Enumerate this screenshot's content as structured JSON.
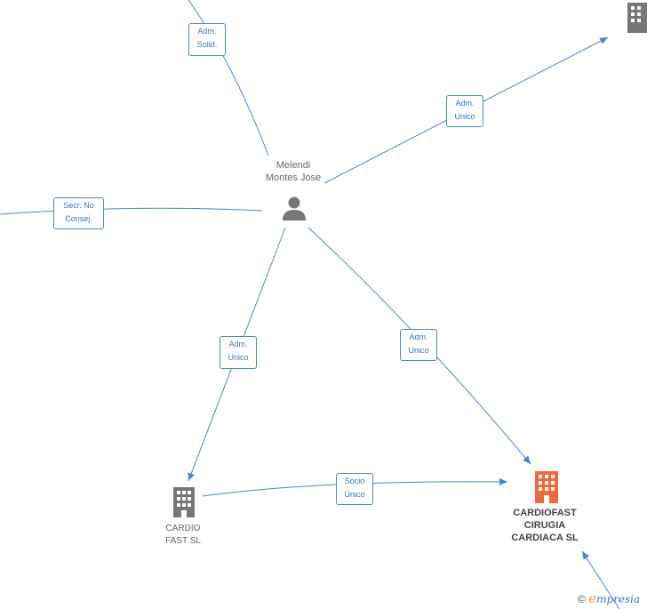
{
  "colors": {
    "edge": "#4a86d4",
    "person_icon": "#777777",
    "company_icon": "#777777",
    "highlight_company": "#f26a3a"
  },
  "nodes": {
    "person": {
      "label_line1": "Melendi",
      "label_line2": "Montes Jose",
      "icon": "person-icon"
    },
    "cardio_fast": {
      "label_line1": "CARDIO",
      "label_line2": "FAST SL",
      "icon": "building-icon"
    },
    "cardiofast": {
      "label_line1": "CARDIOFAST",
      "label_line2": "CIRUGIA",
      "label_line3": "CARDIACA  SL",
      "icon": "building-icon"
    },
    "top_right": {
      "icon": "building-icon"
    }
  },
  "edges": {
    "adm_solid": {
      "line1": "Adm.",
      "line2": "Solid."
    },
    "adm_unico_topright": {
      "line1": "Adm.",
      "line2": "Unico"
    },
    "secr_no_consej": {
      "line1": "Secr.  No",
      "line2": "Consej."
    },
    "adm_unico_cardio": {
      "line1": "Adm.",
      "line2": "Unico"
    },
    "adm_unico_cardiofast": {
      "line1": "Adm.",
      "line2": "Unico"
    },
    "socio_unico": {
      "line1": "Socio",
      "line2": "Único"
    }
  },
  "footer": {
    "copyright": "©",
    "brand_first": "e",
    "brand_rest": "mpresia"
  }
}
